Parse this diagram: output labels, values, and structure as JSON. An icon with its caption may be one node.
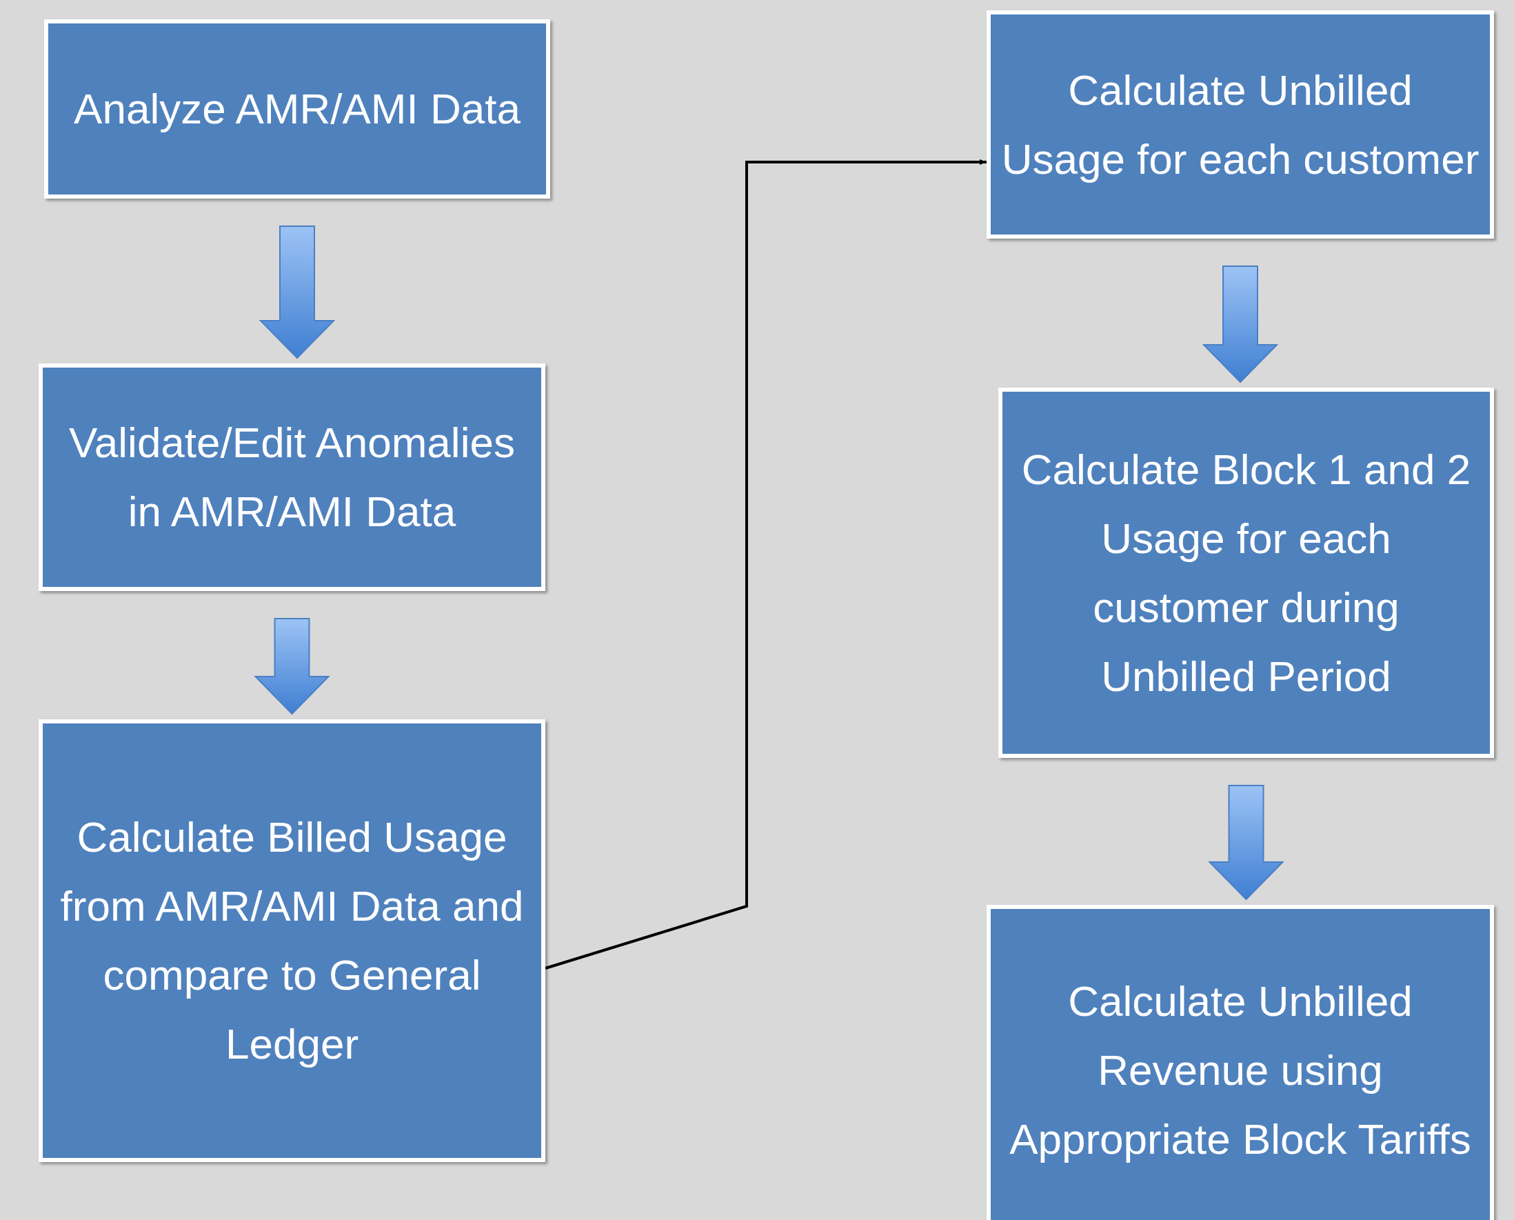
{
  "diagram": {
    "nodes": [
      {
        "text": [
          "Analyze AMR/AMI Data"
        ]
      },
      {
        "text": [
          "Validate/Edit Anomalies in AMR/AMI Data"
        ]
      },
      {
        "text": [
          "Calculate Billed Usage from AMR/AMI Data and compare to General Ledger"
        ]
      },
      {
        "text": [
          "Calculate Unbilled Usage for each customer"
        ]
      },
      {
        "text": [
          "Calculate Block 1 and 2 Usage for each customer during Unbilled Period"
        ]
      },
      {
        "text": [
          "Calculate Unbilled Revenue using Appropriate Block Tariffs"
        ]
      }
    ],
    "edges": [
      {
        "from": 0,
        "to": 1,
        "arrow": "to"
      },
      {
        "from": 1,
        "to": 2,
        "arrow": "to"
      },
      {
        "from": 2,
        "to": 3,
        "arrow": "to",
        "color": "#000000"
      },
      {
        "from": 3,
        "to": 4,
        "arrow": "to"
      },
      {
        "from": 4,
        "to": 5,
        "arrow": "to"
      }
    ]
  }
}
